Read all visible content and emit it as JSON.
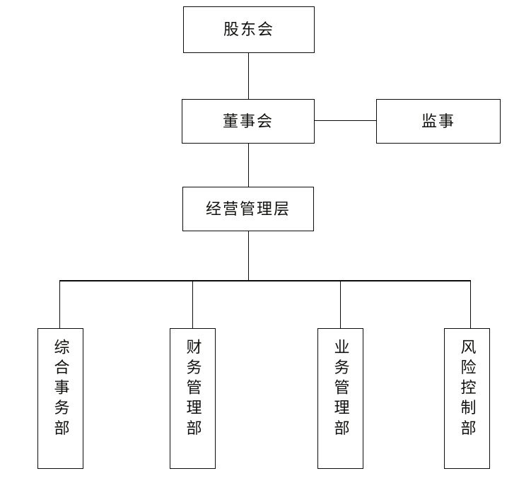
{
  "diagram": {
    "type": "organization-chart",
    "orientation": "top-down",
    "line_color": "#0c0c0c",
    "box_fill": "#ffffff",
    "text_color": "#11110f",
    "levels": [
      {
        "level": 1,
        "nodes": [
          {
            "id": "shareholders",
            "label": "股东会",
            "text_orientation": "horizontal"
          }
        ]
      },
      {
        "level": 2,
        "nodes": [
          {
            "id": "board",
            "label": "董事会",
            "text_orientation": "horizontal"
          },
          {
            "id": "supervisor",
            "label": "监事",
            "text_orientation": "horizontal"
          }
        ]
      },
      {
        "level": 3,
        "nodes": [
          {
            "id": "management",
            "label": "经营管理层",
            "text_orientation": "horizontal"
          }
        ]
      },
      {
        "level": 4,
        "nodes": [
          {
            "id": "general_affairs",
            "label": "综合事务部",
            "text_orientation": "vertical"
          },
          {
            "id": "finance",
            "label": "财务管理部",
            "text_orientation": "vertical"
          },
          {
            "id": "business",
            "label": "业务管理部",
            "text_orientation": "vertical"
          },
          {
            "id": "risk",
            "label": "风险控制部",
            "text_orientation": "vertical"
          }
        ]
      }
    ],
    "edges": [
      {
        "from": "shareholders",
        "to": "board",
        "style": "vertical"
      },
      {
        "from": "board",
        "to": "supervisor",
        "style": "horizontal"
      },
      {
        "from": "board",
        "to": "management",
        "style": "vertical"
      },
      {
        "from": "management",
        "to": "general_affairs",
        "style": "elbow"
      },
      {
        "from": "management",
        "to": "finance",
        "style": "elbow"
      },
      {
        "from": "management",
        "to": "business",
        "style": "elbow"
      },
      {
        "from": "management",
        "to": "risk",
        "style": "elbow"
      }
    ]
  }
}
